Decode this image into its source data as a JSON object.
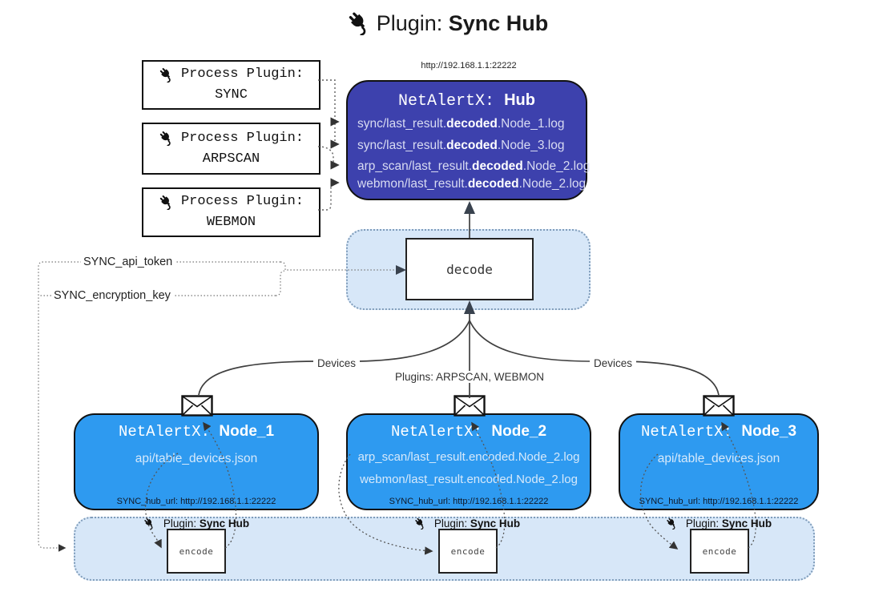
{
  "title": {
    "prefix": "Plugin: ",
    "bold": "Sync Hub"
  },
  "process_plugins": [
    {
      "line1": "Process Plugin:",
      "name": "SYNC"
    },
    {
      "line1": "Process Plugin:",
      "name": "ARPSCAN"
    },
    {
      "line1": "Process Plugin:",
      "name": "WEBMON"
    }
  ],
  "hub": {
    "url": "http://192.168.1.1:22222",
    "title_mono": "NetAlertX: ",
    "title_bold": "Hub",
    "rows": [
      {
        "prefix": "sync/last_result.",
        "bold": "decoded",
        "suffix": ".Node_1.log"
      },
      {
        "prefix": "sync/last_result.",
        "bold": "decoded",
        "suffix": ".Node_3.log"
      },
      {
        "prefix": "arp_scan/last_result.",
        "bold": "decoded",
        "suffix": ".Node_2.log"
      },
      {
        "prefix": "webmon/last_result.",
        "bold": "decoded",
        "suffix": ".Node_2.log"
      }
    ]
  },
  "decode": {
    "label": "decode"
  },
  "settings": {
    "api_token": "SYNC_api_token",
    "encryption_key": "SYNC_encryption_key"
  },
  "edge_labels": {
    "devices_left": "Devices",
    "devices_right": "Devices",
    "plugins_center": "Plugins: ARPSCAN, WEBMON"
  },
  "nodes": [
    {
      "title_mono": "NetAlertX: ",
      "title_bold": "Node_1",
      "lines": [
        "api/table_devices.json"
      ],
      "hub_url": "SYNC_hub_url: http://192.168.1.1:22222"
    },
    {
      "title_mono": "NetAlertX: ",
      "title_bold": "Node_2",
      "lines": [
        "arp_scan/last_result.encoded.Node_2.log",
        "webmon/last_result.encoded.Node_2.log"
      ],
      "hub_url": "SYNC_hub_url: http://192.168.1.1:22222"
    },
    {
      "title_mono": "NetAlertX: ",
      "title_bold": "Node_3",
      "lines": [
        "api/table_devices.json"
      ],
      "hub_url": "SYNC_hub_url: http://192.168.1.1:22222"
    }
  ],
  "encode": {
    "label": "encode",
    "plugin_prefix": "Plugin: ",
    "plugin_bold": "Sync Hub"
  },
  "colors": {
    "hub_bg": "#3d41ad",
    "node_bg": "#2e9af0",
    "container_bg": "#d7e7f8",
    "container_border": "#7f9cba",
    "line": "#3f3f3f"
  }
}
